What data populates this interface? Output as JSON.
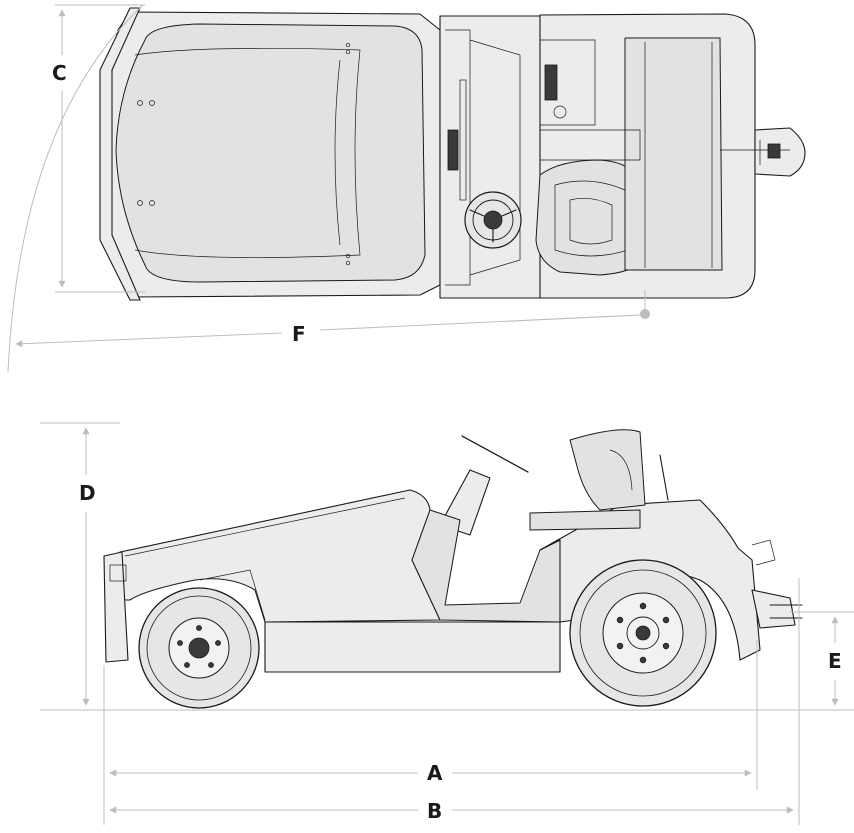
{
  "dimension_labels": {
    "a": "A",
    "b": "B",
    "c": "C",
    "d": "D",
    "e": "E",
    "f": "F"
  },
  "colors": {
    "line": "#1a1a1a",
    "body_fill": "#ececec",
    "dimension_line": "#bdbdbd"
  }
}
